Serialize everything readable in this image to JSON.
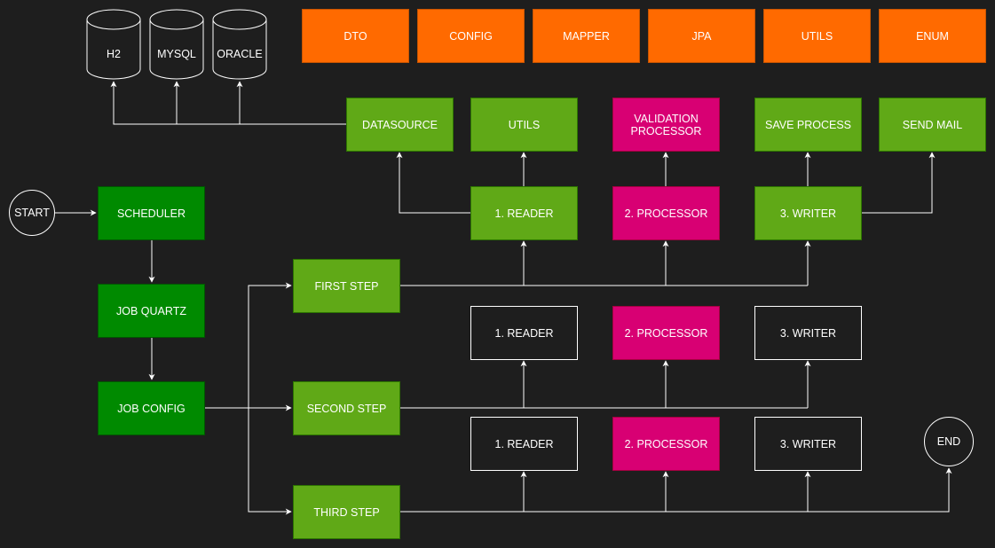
{
  "colors": {
    "background": "#1e1e1e",
    "orange": "#ff6a00",
    "lime": "#60a917",
    "dark_green": "#008a00",
    "magenta": "#d80073",
    "line": "#ffffff"
  },
  "databases": {
    "h2": "H2",
    "mysql": "MYSQL",
    "oracle": "ORACLE"
  },
  "packages": {
    "dto": "DTO",
    "config": "CONFIG",
    "mapper": "MAPPER",
    "jpa": "JPA",
    "utils": "UTILS",
    "enum": "ENUM"
  },
  "components": {
    "datasource": "DATASOURCE",
    "utils": "UTILS",
    "validation_processor": "VALIDATION\nPROCESSOR",
    "save_process": "SAVE PROCESS",
    "send_mail": "SEND MAIL"
  },
  "flow": {
    "start": "START",
    "scheduler": "SCHEDULER",
    "job_quartz": "JOB QUARTZ",
    "job_config": "JOB CONFIG",
    "end": "END"
  },
  "steps": {
    "first": "FIRST STEP",
    "second": "SECOND  STEP",
    "third": "THIRD  STEP"
  },
  "first_step_parts": {
    "reader": "1. READER",
    "processor": "2. PROCESSOR",
    "writer": "3. WRITER"
  },
  "second_step_parts": {
    "reader": "1. READER",
    "processor": "2. PROCESSOR",
    "writer": "3. WRITER"
  },
  "third_step_parts": {
    "reader": "1. READER",
    "processor": "2. PROCESSOR",
    "writer": "3. WRITER"
  }
}
